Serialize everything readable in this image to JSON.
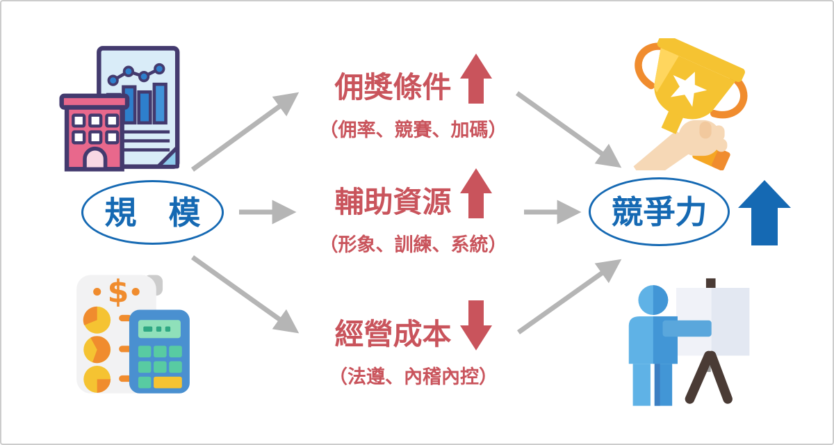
{
  "diagram": {
    "left_node": {
      "label": "規　模"
    },
    "right_node": {
      "label": "競爭力",
      "trend": "up"
    },
    "factors": [
      {
        "title": "佣獎條件",
        "subtitle": "（佣率、競賽、加碼）",
        "trend": "up"
      },
      {
        "title": "輔助資源",
        "subtitle": "（形象、訓練、系統）",
        "trend": "up"
      },
      {
        "title": "經營成本",
        "subtitle": "（法遵、內稽內控）",
        "trend": "down"
      }
    ],
    "icons": [
      "report-building-icon",
      "receipt-calculator-icon",
      "trophy-hand-icon",
      "presenter-easel-icon"
    ],
    "colors": {
      "red": "#C9545C",
      "blue": "#1569B3",
      "connector_gray": "#B5B5B5",
      "border": "#CCCCCC",
      "background": "#FFFFFF"
    }
  }
}
